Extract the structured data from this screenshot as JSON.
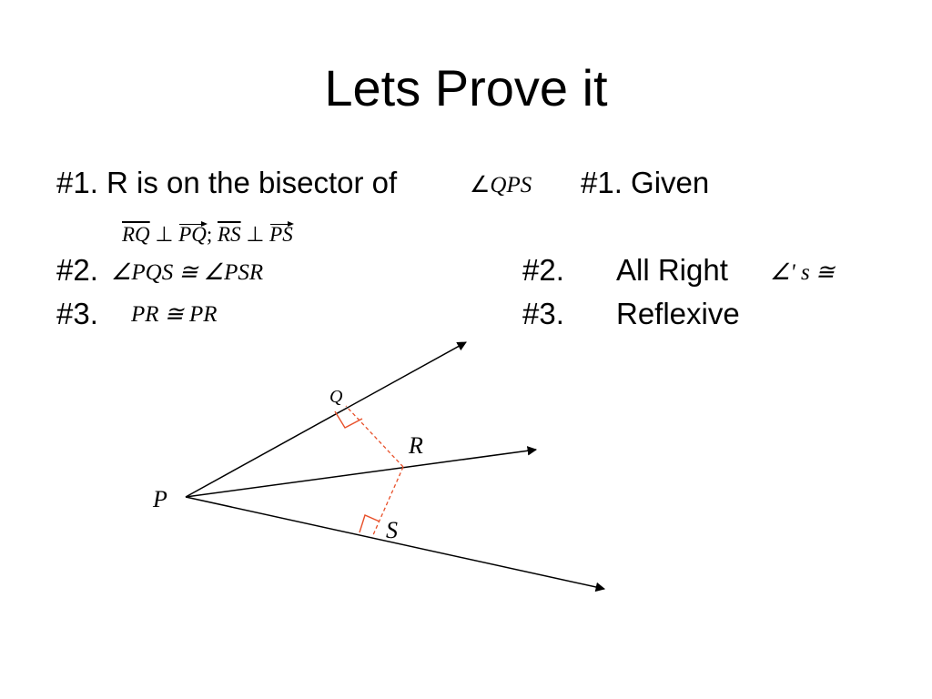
{
  "slide": {
    "title": "Lets Prove it",
    "statements": [
      {
        "num": "#1.",
        "text": "R is on the bisector of",
        "math_angle": "∠",
        "math_name": "QPS"
      },
      {
        "num": "#2.",
        "math": "∠PQS ≅ ∠PSR"
      },
      {
        "num": "#3.",
        "math": "PR ≅ PR"
      }
    ],
    "given_math": {
      "seg1": "RQ",
      "perp1": "⊥",
      "ray1": "PQ",
      "sep": ";",
      "seg2": "RS",
      "perp2": "⊥",
      "ray2": "PS"
    },
    "reasons": [
      {
        "text": "#1. Given"
      },
      {
        "num": "#2.",
        "text": "All Right",
        "math": "∠' s ≅"
      },
      {
        "num": "#3.",
        "text": "Reflexive"
      }
    ]
  },
  "diagram": {
    "labels": {
      "P": "P",
      "Q": "Q",
      "R": "R",
      "S": "S"
    },
    "colors": {
      "rays": "#000000",
      "perpendiculars": "#e8502a"
    }
  }
}
